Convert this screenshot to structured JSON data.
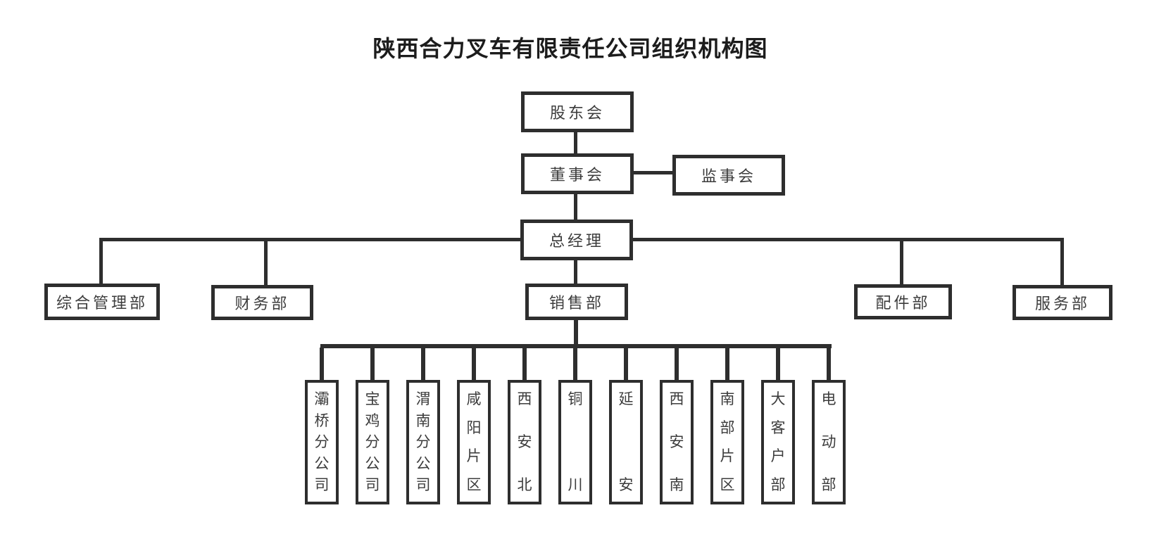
{
  "title": "陕西合力叉车有限责任公司组织机构图",
  "nodes": {
    "shareholders": {
      "label": "股东会"
    },
    "board": {
      "label": "董事会"
    },
    "supervisors": {
      "label": "监事会"
    },
    "general_manager": {
      "label": "总经理"
    },
    "admin": {
      "label": "综合管理部"
    },
    "finance": {
      "label": "财务部"
    },
    "sales": {
      "label": "销售部"
    },
    "parts": {
      "label": "配件部"
    },
    "service": {
      "label": "服务部"
    }
  },
  "branches": [
    {
      "label": "灞桥分公司"
    },
    {
      "label": "宝鸡分公司"
    },
    {
      "label": "渭南分公司"
    },
    {
      "label": "咸阳片区"
    },
    {
      "label": "西安北"
    },
    {
      "label": "铜川"
    },
    {
      "label": "延安"
    },
    {
      "label": "西安南"
    },
    {
      "label": "南部片区"
    },
    {
      "label": "大客户部"
    },
    {
      "label": "电动部"
    }
  ],
  "colors": {
    "line": "#2e2e2e",
    "box_border": "#2e2e2e",
    "text": "#3c3c3c",
    "title": "#1c1c1c",
    "background": "#ffffff"
  }
}
